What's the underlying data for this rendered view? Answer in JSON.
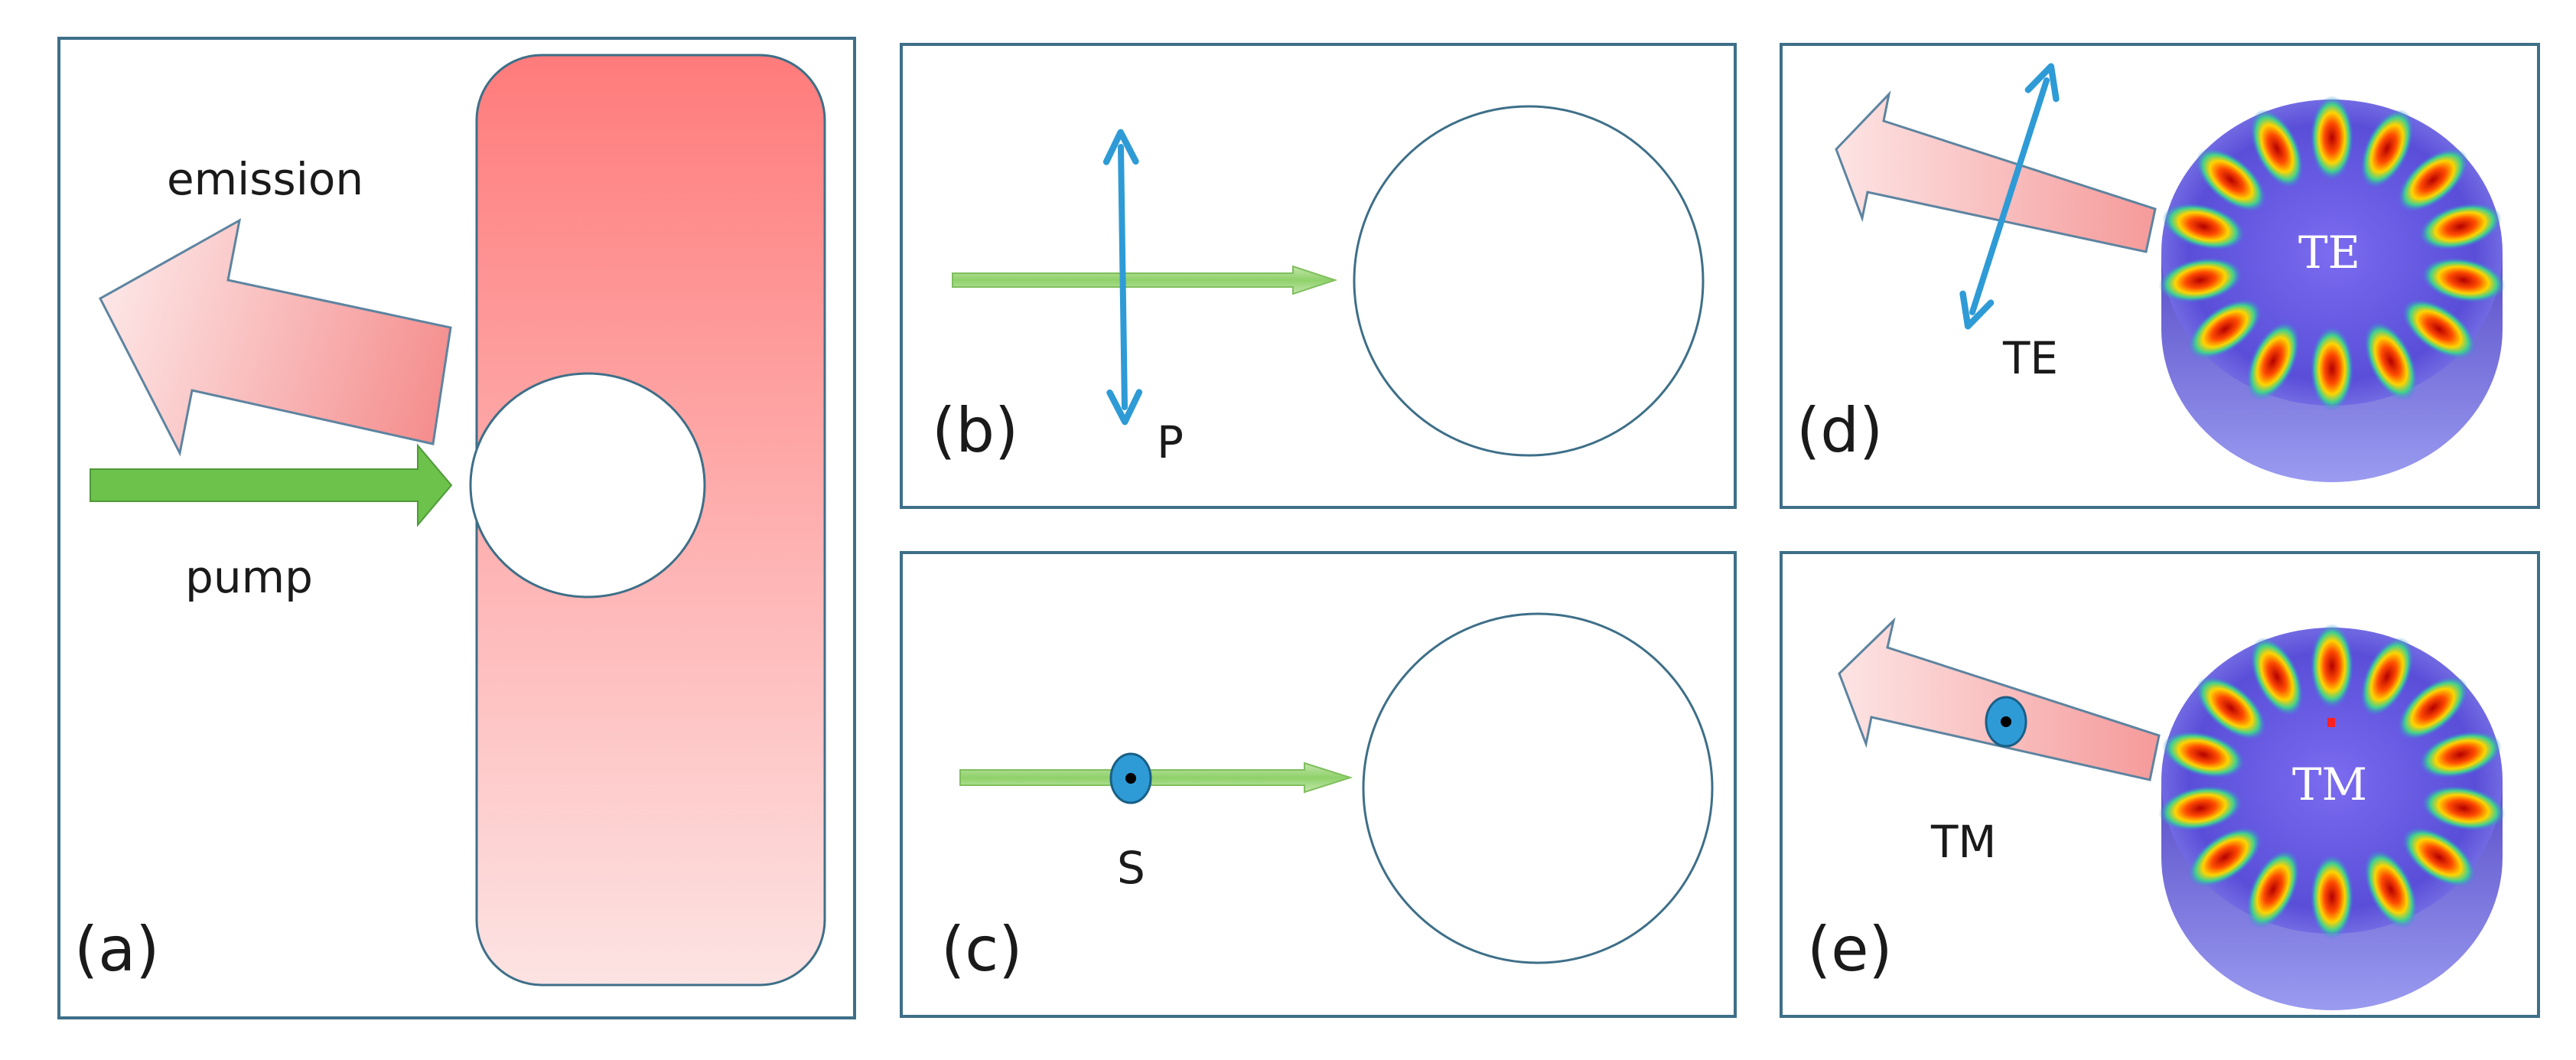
{
  "panels": {
    "a": {
      "tag": "(a)",
      "emission_label": "emission",
      "pump_label": "pump"
    },
    "b": {
      "tag": "(b)",
      "polarization_label": "P"
    },
    "c": {
      "tag": "(c)",
      "polarization_label": "S"
    },
    "d": {
      "tag": "(d)",
      "polarization_label": "TE",
      "disk_label": "TE"
    },
    "e": {
      "tag": "(e)",
      "polarization_label": "TM",
      "disk_label": "TM"
    }
  },
  "colors": {
    "frame": "#3e6f88",
    "pump_green": "#6cc24a",
    "pump_green_light": "#a9d88c",
    "emission_pink": "#f7a3a3",
    "resonator_pink": "#ff7b7b",
    "polarization_blue": "#2e9bd6",
    "disk_purple": "#6a56d8"
  }
}
